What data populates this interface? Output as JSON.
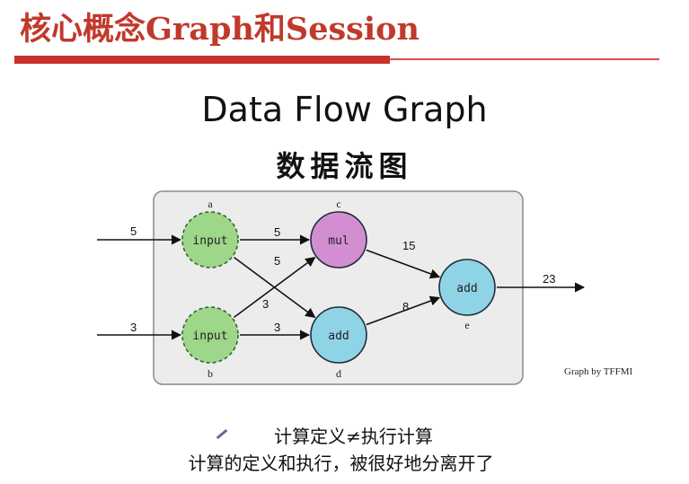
{
  "slide": {
    "title": "核心概念Graph和Session",
    "heading_en": "Data Flow Graph",
    "heading_zh": "数据流图",
    "credit": "Graph by TFFMI",
    "note_line1": "计算定义≠执行计算",
    "note_line2": "计算的定义和执行，被很好地分离开了"
  },
  "diagram": {
    "nodes": [
      {
        "id": "a",
        "label": "input",
        "letter": "a",
        "color": "#9ed68a",
        "dashed": true
      },
      {
        "id": "b",
        "label": "input",
        "letter": "b",
        "color": "#9ed68a",
        "dashed": true
      },
      {
        "id": "c",
        "label": "mul",
        "letter": "c",
        "color": "#d38ed2",
        "dashed": false
      },
      {
        "id": "d",
        "label": "add",
        "letter": "d",
        "color": "#8fd3e6",
        "dashed": false
      },
      {
        "id": "e",
        "label": "add",
        "letter": "e",
        "color": "#8fd3e6",
        "dashed": false
      }
    ],
    "edges": [
      {
        "from": "in-a",
        "to": "a",
        "value": "5"
      },
      {
        "from": "in-b",
        "to": "b",
        "value": "3"
      },
      {
        "from": "a",
        "to": "c",
        "value": "5"
      },
      {
        "from": "a",
        "to": "d",
        "value": "5"
      },
      {
        "from": "b",
        "to": "c",
        "value": "3"
      },
      {
        "from": "b",
        "to": "d",
        "value": "3"
      },
      {
        "from": "c",
        "to": "e",
        "value": "15"
      },
      {
        "from": "d",
        "to": "e",
        "value": "8"
      },
      {
        "from": "e",
        "to": "out",
        "value": "23"
      }
    ]
  }
}
